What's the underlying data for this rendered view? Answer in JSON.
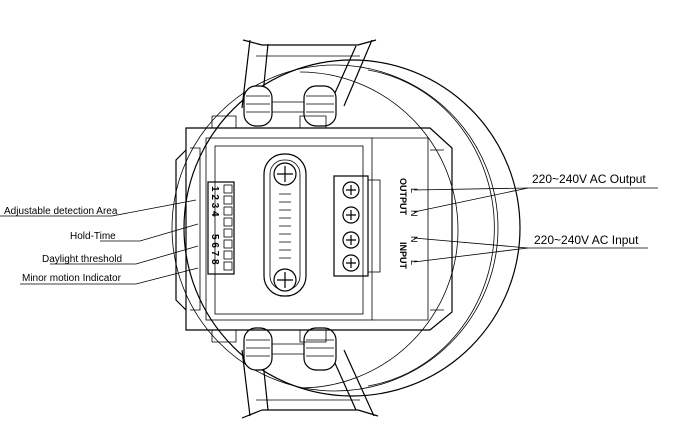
{
  "labels": {
    "adjustable_area": "Adjustable detection Area",
    "hold_time": "Hold-Time",
    "daylight": "Daylight  threshold",
    "minor_motion": "Minor motion Indicator",
    "ac_output": "220~240V AC Output",
    "ac_input": "220~240V AC Input"
  },
  "dip": {
    "top_numbers": "1 2 3 4",
    "bottom_numbers": "5 6 7 8"
  },
  "terminal": {
    "output_label": "OUTPUT",
    "input_label": "INPUT",
    "pins": [
      "L",
      "N",
      "N",
      "L"
    ]
  }
}
